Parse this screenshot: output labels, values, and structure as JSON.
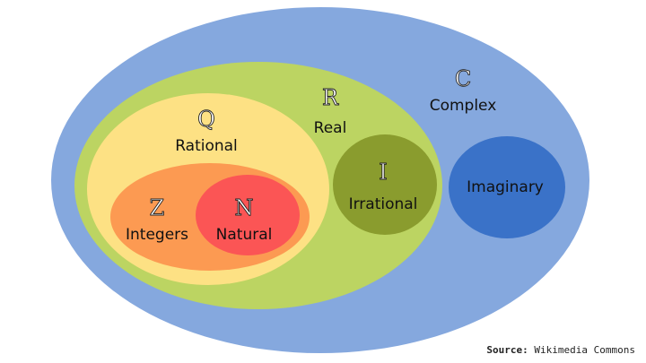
{
  "sets": [
    {
      "id": "complex",
      "label": "Complex",
      "symbol": "C",
      "color": "#85a8de"
    },
    {
      "id": "real",
      "label": "Real",
      "symbol": "R",
      "color": "#bcd462"
    },
    {
      "id": "rational",
      "label": "Rational",
      "symbol": "Q",
      "color": "#fde184"
    },
    {
      "id": "integers",
      "label": "Integers",
      "symbol": "Z",
      "color": "#fc9a52"
    },
    {
      "id": "natural",
      "label": "Natural",
      "symbol": "N",
      "color": "#fb5555"
    },
    {
      "id": "irrational",
      "label": "Irrational",
      "symbol": "I",
      "color": "#8a9c2e"
    },
    {
      "id": "imaginary",
      "label": "Imaginary",
      "symbol": "",
      "color": "#3a72c8"
    }
  ],
  "source": {
    "prefix": "Source:",
    "text": "Wikimedia Commons"
  }
}
